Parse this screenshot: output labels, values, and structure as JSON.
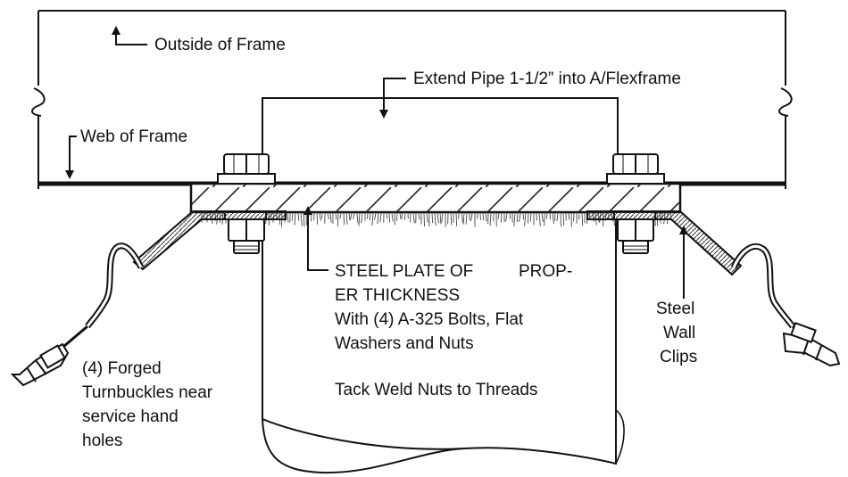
{
  "colors": {
    "ink": "#111111",
    "background": "#ffffff",
    "hatch": "#222222",
    "pipe_fill": "#ffffff"
  },
  "labels": {
    "outside_of_frame": "Outside of Frame",
    "extend_pipe": "Extend Pipe 1-1/2” into A/Flexframe",
    "web_of_frame": "Web of Frame",
    "steel_plate_line1_a": "STEEL PLATE OF",
    "steel_plate_line1_b": "PROP-",
    "steel_plate_line2": "ER THICKNESS",
    "bolts_line1": "With (4) A-325 Bolts, Flat",
    "bolts_line2": "Washers and Nuts",
    "tack_weld": "Tack Weld Nuts to Threads",
    "wall_clips_line1": "Steel",
    "wall_clips_line2": "Wall",
    "wall_clips_line3": "Clips",
    "turnbuckles_line1": "(4) Forged",
    "turnbuckles_line2": "Turnbuckles near",
    "turnbuckles_line3": "service hand",
    "turnbuckles_line4": "holes"
  }
}
